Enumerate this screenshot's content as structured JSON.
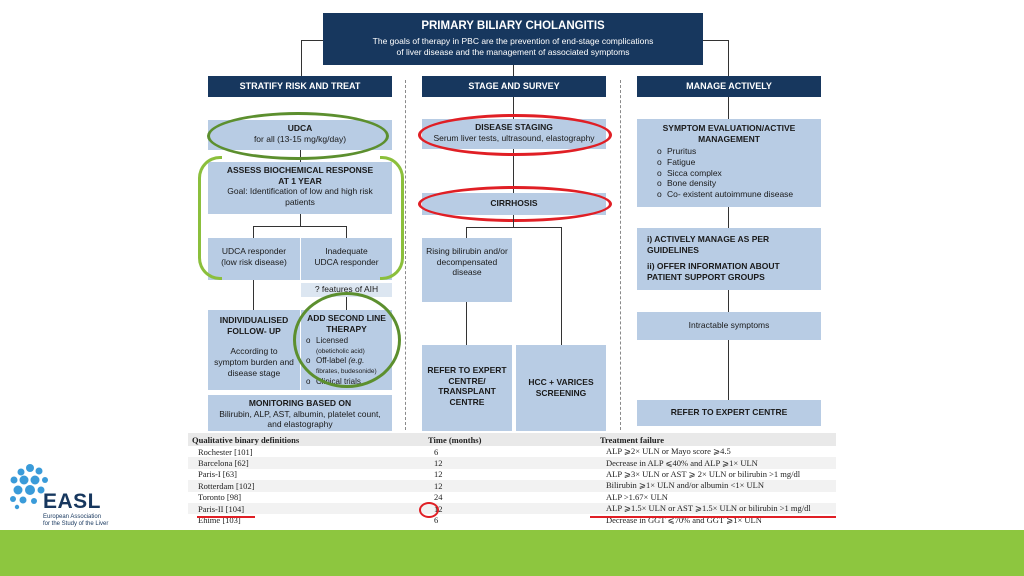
{
  "header": {
    "title": "PRIMARY BILIARY CHOLANGITIS",
    "subtitle_line1": "The goals of therapy in PBC are the prevention of end-stage complications",
    "subtitle_line2": "of liver disease and the management of associated symptoms"
  },
  "columns": {
    "stratify": "STRATIFY RISK AND TREAT",
    "stage": "STAGE AND SURVEY",
    "manage": "MANAGE ACTIVELY"
  },
  "stratify": {
    "udca_title": "UDCA",
    "udca_dose": "for all (13-15 mg/kg/day)",
    "assess_title_1": "ASSESS BIOCHEMICAL RESPONSE",
    "assess_title_2": "AT 1 YEAR",
    "assess_goal": "Goal: Identification of low and high risk patients",
    "responder_1": "UDCA responder",
    "responder_2": "(low risk disease)",
    "inadequate_1": "Inadequate",
    "inadequate_2": "UDCA responder",
    "aih": "? features of AIH",
    "followup_title": "INDIVIDUALISED FOLLOW- UP",
    "followup_text": "According to symptom burden and disease stage",
    "second_line_title": "ADD SECOND LINE THERAPY",
    "licensed": "Licensed",
    "licensed_detail": "(obeticholic acid)",
    "offlabel": "Off-label",
    "offlabel_eg": "(e.g.",
    "offlabel_detail": "fibrates, budesonide)",
    "trials": "Clinical trials",
    "monitoring_title": "MONITORING BASED ON",
    "monitoring_text": "Bilirubin, ALP, AST, albumin, platelet count, and elastography"
  },
  "stage": {
    "staging_title": "DISEASE STAGING",
    "staging_text": "Serum liver tests, ultrasound, elastography",
    "cirrhosis": "CIRRHOSIS",
    "rising": "Rising bilirubin and/or decompensated disease",
    "refer": "REFER TO EXPERT CENTRE/ TRANSPLANT CENTRE",
    "hcc": "HCC + VARICES SCREENING"
  },
  "manage": {
    "symptom_title": "SYMPTOM EVALUATION/ACTIVE MANAGEMENT",
    "symptoms": [
      "Pruritus",
      "Fatigue",
      "Sicca complex",
      "Bone density",
      "Co- existent autoimmune disease"
    ],
    "guidelines": "i) ACTIVELY MANAGE AS PER GUIDELINES",
    "support": "ii) OFFER INFORMATION ABOUT PATIENT SUPPORT GROUPS",
    "intractable": "Intractable symptoms",
    "refer": "REFER TO EXPERT CENTRE"
  },
  "table": {
    "headers": [
      "Qualitative binary definitions",
      "Time (months)",
      "Treatment failure"
    ],
    "rows": [
      [
        "Rochester [101]",
        "6",
        "ALP ⩾2× ULN or Mayo score ⩾4.5"
      ],
      [
        "Barcelona [62]",
        "12",
        "Decrease in ALP ⩽40% and ALP ⩾1× ULN"
      ],
      [
        "Paris-I [63]",
        "12",
        "ALP ⩾3× ULN or AST ⩾ 2× ULN or bilirubin >1 mg/dl"
      ],
      [
        "Rotterdam [102]",
        "12",
        "Bilirubin ⩾1× ULN and/or albumin <1× ULN"
      ],
      [
        "Toronto [98]",
        "24",
        "ALP >1.67× ULN"
      ],
      [
        "Paris-II [104]",
        "12",
        "ALP ⩾1.5× ULN or AST ⩾1.5× ULN or bilirubin >1 mg/dl"
      ],
      [
        "Ehime [103]",
        "6",
        "Decrease in GGT ⩽70% and GGT ⩾1× ULN"
      ]
    ]
  },
  "logo": {
    "name": "EASL",
    "line1": "European Association",
    "line2": "for the Study of the Liver"
  },
  "colors": {
    "navy": "#17375e",
    "box": "#b8cce4",
    "highlight_green": "#5c8f2e",
    "highlight_red": "#e01f25",
    "footer": "#8dc63f"
  }
}
